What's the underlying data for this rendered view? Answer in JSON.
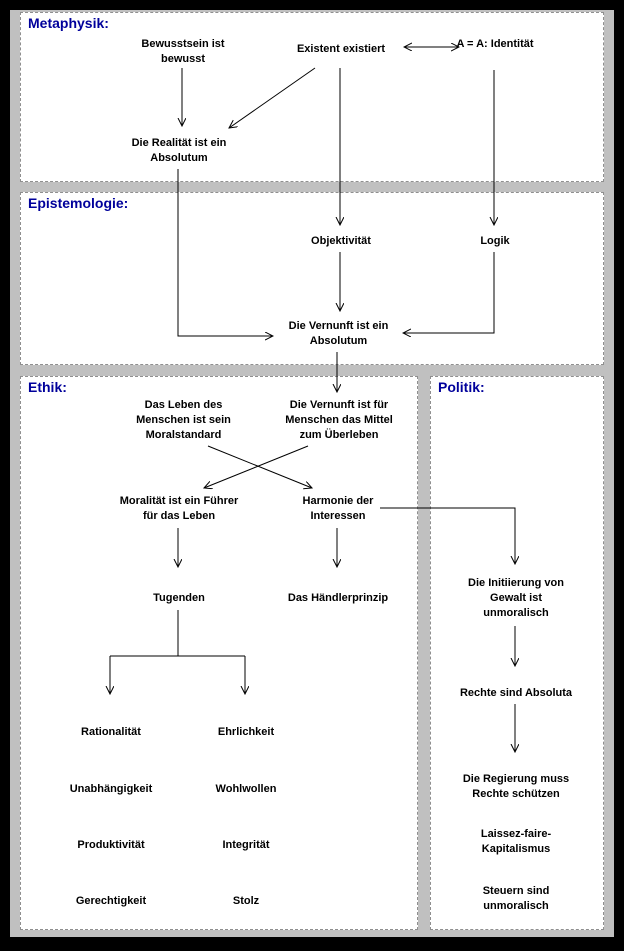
{
  "colors": {
    "section_label": "#00009B",
    "background": "#C0C0C0",
    "box_background": "#FFFFFF",
    "line": "#000000"
  },
  "sections": {
    "metaphysik": {
      "label": "Metaphysik:",
      "nodes": {
        "bewusstsein": "Bewusstsein ist bewusst",
        "existent": "Existent existiert",
        "identitaet": "A = A: Identität",
        "realitaet": "Die Realität ist ein Absolutum"
      }
    },
    "epistemologie": {
      "label": "Epistemologie:",
      "nodes": {
        "objektivitaet": "Objektivität",
        "logik": "Logik",
        "vernunft_absolutum": "Die Vernunft ist ein Absolutum"
      }
    },
    "ethik": {
      "label": "Ethik:",
      "nodes": {
        "moralstandard": "Das Leben des Menschen ist sein Moralstandard",
        "vernunft_mittel": "Die Vernunft ist für Menschen das Mittel zum Überleben",
        "moralitaet": "Moralität ist ein Führer für das Leben",
        "harmonie": "Harmonie der Interessen",
        "tugenden": "Tugenden",
        "haendlerprinzip": "Das Händlerprinzip",
        "rationalitaet": "Rationalität",
        "ehrlichkeit": "Ehrlichkeit",
        "unabhaengigkeit": "Unabhängigkeit",
        "wohlwollen": "Wohlwollen",
        "produktivitaet": "Produktivität",
        "integritaet": "Integrität",
        "gerechtigkeit": "Gerechtigkeit",
        "stolz": "Stolz"
      }
    },
    "politik": {
      "label": "Politik:",
      "nodes": {
        "gewalt": "Die Initiierung von Gewalt ist unmoralisch",
        "rechte": "Rechte sind Absoluta",
        "regierung": "Die Regierung muss Rechte schützen",
        "kapitalismus": "Laissez-faire-Kapitalismus",
        "steuern": "Steuern sind unmoralisch"
      }
    }
  }
}
